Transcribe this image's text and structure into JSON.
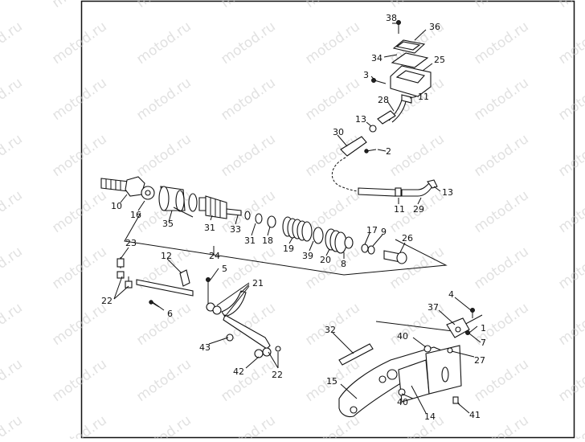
{
  "watermark": {
    "text": "motod.ru"
  },
  "callouts": [
    {
      "id": "c1",
      "text": "1"
    },
    {
      "id": "c2",
      "text": "2"
    },
    {
      "id": "c3",
      "text": "3"
    },
    {
      "id": "c4",
      "text": "4"
    },
    {
      "id": "c5",
      "text": "5"
    },
    {
      "id": "c6",
      "text": "6"
    },
    {
      "id": "c7",
      "text": "7"
    },
    {
      "id": "c8",
      "text": "8"
    },
    {
      "id": "c9",
      "text": "9"
    },
    {
      "id": "c10",
      "text": "10"
    },
    {
      "id": "c11a",
      "text": "11"
    },
    {
      "id": "c11b",
      "text": "11"
    },
    {
      "id": "c12",
      "text": "12"
    },
    {
      "id": "c13a",
      "text": "13"
    },
    {
      "id": "c13b",
      "text": "13"
    },
    {
      "id": "c14",
      "text": "14"
    },
    {
      "id": "c15",
      "text": "15"
    },
    {
      "id": "c16",
      "text": "16"
    },
    {
      "id": "c17",
      "text": "17"
    },
    {
      "id": "c18",
      "text": "18"
    },
    {
      "id": "c19",
      "text": "19"
    },
    {
      "id": "c20",
      "text": "20"
    },
    {
      "id": "c21",
      "text": "21"
    },
    {
      "id": "c22a",
      "text": "22"
    },
    {
      "id": "c22b",
      "text": "22"
    },
    {
      "id": "c23",
      "text": "23"
    },
    {
      "id": "c24",
      "text": "24"
    },
    {
      "id": "c25",
      "text": "25"
    },
    {
      "id": "c26",
      "text": "26"
    },
    {
      "id": "c27",
      "text": "27"
    },
    {
      "id": "c28",
      "text": "28"
    },
    {
      "id": "c29",
      "text": "29"
    },
    {
      "id": "c30",
      "text": "30"
    },
    {
      "id": "c31a",
      "text": "31"
    },
    {
      "id": "c31b",
      "text": "31"
    },
    {
      "id": "c32",
      "text": "32"
    },
    {
      "id": "c33",
      "text": "33"
    },
    {
      "id": "c34",
      "text": "34"
    },
    {
      "id": "c35",
      "text": "35"
    },
    {
      "id": "c36",
      "text": "36"
    },
    {
      "id": "c37",
      "text": "37"
    },
    {
      "id": "c38",
      "text": "38"
    },
    {
      "id": "c39",
      "text": "39"
    },
    {
      "id": "c40a",
      "text": "40"
    },
    {
      "id": "c40b",
      "text": "40"
    },
    {
      "id": "c41",
      "text": "41"
    },
    {
      "id": "c42",
      "text": "42"
    },
    {
      "id": "c43",
      "text": "43"
    }
  ]
}
